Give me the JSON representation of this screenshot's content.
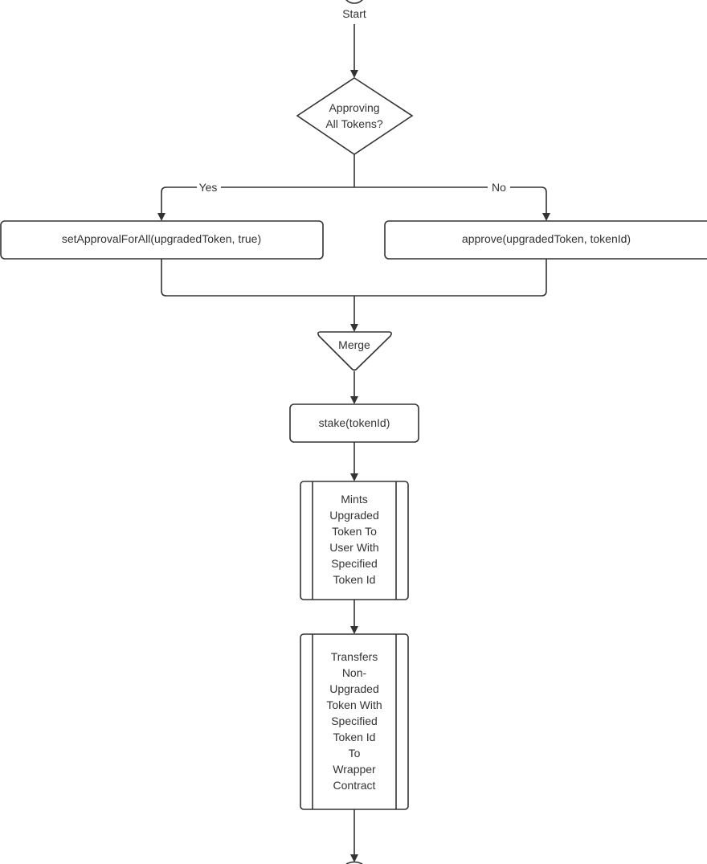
{
  "diagram": {
    "start_label": "Start",
    "decision": {
      "line1": "Approving",
      "line2": "All Tokens?"
    },
    "yes_label": "Yes",
    "no_label": "No",
    "set_approval_for_all": "setApprovalForAll(upgradedToken, true)",
    "approve": "approve(upgradedToken, tokenId)",
    "merge_label": "Merge",
    "stake": "stake(tokenId)",
    "mint_lines": [
      "Mints",
      "Upgraded",
      "Token To",
      "User With",
      "Specified",
      "Token Id"
    ],
    "transfer_lines": [
      "Transfers",
      "Non-",
      "Upgraded",
      "Token With",
      "Specified",
      "Token Id",
      "To",
      "Wrapper",
      "Contract"
    ]
  }
}
